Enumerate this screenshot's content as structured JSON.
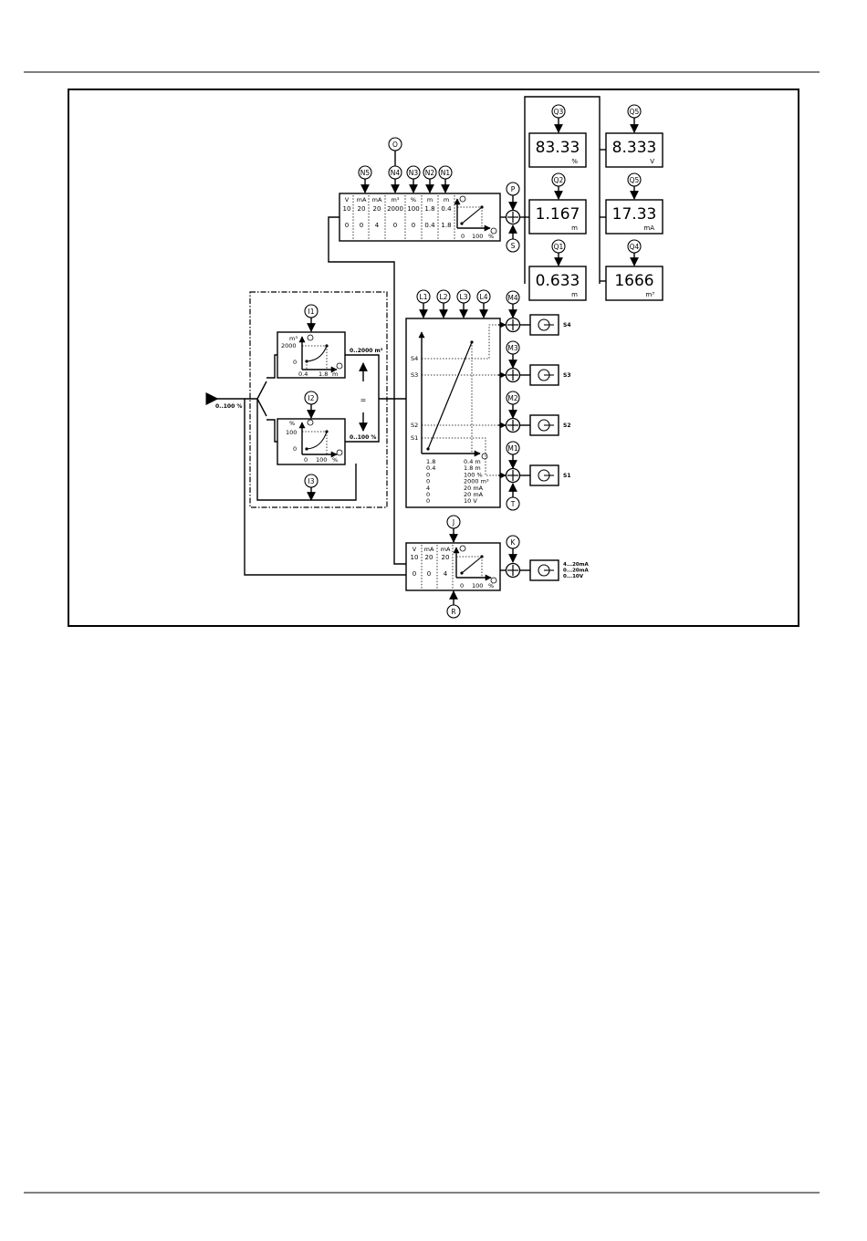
{
  "input_label": "0..100 %",
  "range_m3": "0..2000 m³",
  "range_pct": "0..100 %",
  "equal_sign": "=",
  "callouts": {
    "O": "O",
    "N1": "N1",
    "N2": "N2",
    "N3": "N3",
    "N4": "N4",
    "N5": "N5",
    "P": "P",
    "S": "S",
    "I1": "I1",
    "I2": "I2",
    "I3": "I3",
    "L1": "L1",
    "L2": "L2",
    "L3": "L3",
    "L4": "L4",
    "M1": "M1",
    "M2": "M2",
    "M3": "M3",
    "M4": "M4",
    "T": "T",
    "J": "J",
    "K": "K",
    "R": "R",
    "Q1": "Q1",
    "Q2": "Q2",
    "Q3": "Q3",
    "Q4": "Q4",
    "Q5a": "Q5",
    "Q5b": "Q5"
  },
  "scale_table_top": {
    "units": [
      "V",
      "mA",
      "mA",
      "m³",
      "%",
      "m",
      "m"
    ],
    "high": [
      "10",
      "20",
      "20",
      "2000",
      "100",
      "1.8",
      "0.4"
    ],
    "low": [
      "0",
      "0",
      "4",
      "0",
      "0",
      "0.4",
      "1.8"
    ],
    "axis_low": "0",
    "axis_high": "100",
    "axis_unit": "%"
  },
  "displays": {
    "q3": {
      "value": "83.33",
      "unit": "%"
    },
    "q2": {
      "value": "1.167",
      "unit": "m"
    },
    "q1": {
      "value": "0.633",
      "unit": "m"
    },
    "q5a": {
      "value": "8.333",
      "unit": "V"
    },
    "q5b": {
      "value": "17.33",
      "unit": "mA"
    },
    "q4": {
      "value": "1666",
      "unit": "m³"
    }
  },
  "curve_m3": {
    "unit": "m³",
    "y_high": "2000",
    "y_low": "0",
    "x_low": "0.4",
    "x_high": "1.8",
    "x_unit": "m"
  },
  "curve_pct": {
    "unit": "%",
    "y_high": "100",
    "y_low": "0",
    "x_low": "0",
    "x_high": "100",
    "x_unit": "%"
  },
  "setpoint_chart": {
    "levels": [
      "S4",
      "S3",
      "S2",
      "S1"
    ],
    "rows": [
      {
        "left": "1.8",
        "right": "0.4 m"
      },
      {
        "left": "0.4",
        "right": "1.8 m"
      },
      {
        "left": "0",
        "right": "100 %"
      },
      {
        "left": "0",
        "right": "2000 m³"
      },
      {
        "left": "4",
        "right": "20 mA"
      },
      {
        "left": "0",
        "right": "20 mA"
      },
      {
        "left": "0",
        "right": "10 V"
      }
    ]
  },
  "relay_labels": [
    "S4",
    "S3",
    "S2",
    "S1"
  ],
  "analog_table": {
    "units": [
      "V",
      "mA",
      "mA"
    ],
    "high": [
      "10",
      "20",
      "20"
    ],
    "low": [
      "0",
      "0",
      "4"
    ],
    "axis_low": "0",
    "axis_high": "100",
    "axis_unit": "%"
  },
  "analog_output_labels": [
    "4...20mA",
    "0...20mA",
    "0...10V"
  ]
}
